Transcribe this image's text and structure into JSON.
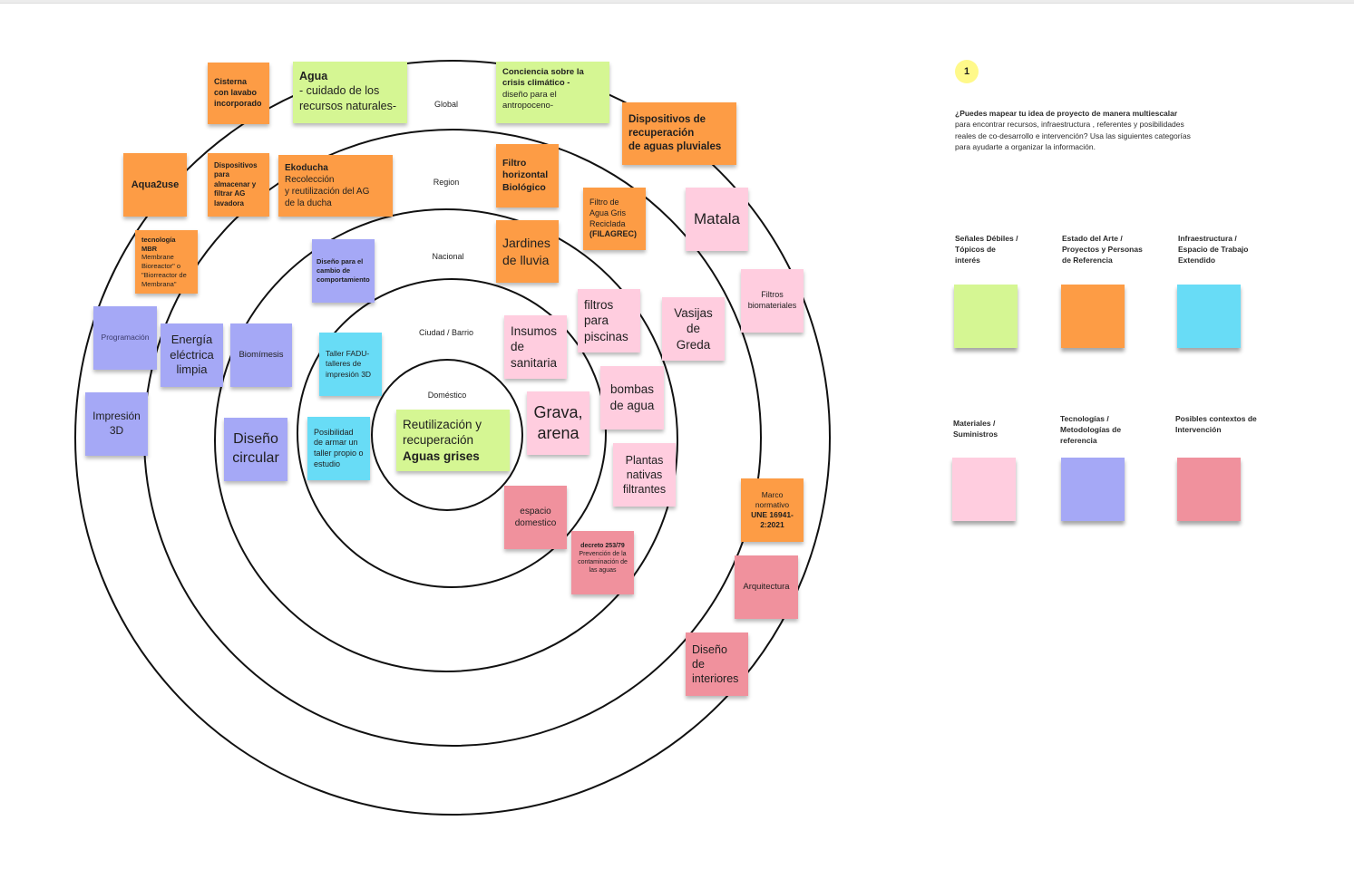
{
  "colors": {
    "green": "#d5f693",
    "orange": "#fd9c45",
    "pink": "#ffcddf",
    "purple": "#a5a8f6",
    "blue": "#68dcf6",
    "red": "#f0919d"
  },
  "rings": {
    "global": "Global",
    "region": "Region",
    "nacional": "Nacional",
    "ciudad": "Ciudad / Barrio",
    "domestico": "Doméstico"
  },
  "notes": {
    "cisterna": "Cisterna con lavabo incorporado",
    "agua_title": "Agua",
    "agua_body": "- cuidado de los recursos naturales-",
    "conciencia_title": "Conciencia sobre la crisis climático -",
    "conciencia_body": "diseño para el antropoceno-",
    "dispositivos_pluviales": "Dispositivos de recuperación\nde aguas pluviales",
    "aqua2use": "Aqua2use",
    "dispositivos_lavadora": "Dispositivos para almacenar y filtrar AG lavadora",
    "ekoducha_title": "Ekoducha",
    "ekoducha_body": "Recolección\ny reutilización del AG\nde la ducha",
    "filtro_horizontal": "Filtro horizontal Biológico",
    "filagrec_body": "Filtro de Agua Gris Reciclada",
    "filagrec_code": "(FILAGREC)",
    "matala": "Matala",
    "mbr_title": "tecnología MBR",
    "mbr_body": "Membrane Bioreactor\" o \"Biorreactor de Membrana\"",
    "jardines": "Jardines de lluvia",
    "diseno_comportamiento": "Diseño para el cambio de comportamiento",
    "filtros_biomateriales": "Filtros biomateriales",
    "programacion": "Programación",
    "energia": "Energía eléctrica limpia",
    "biomimesis": "Biomímesis",
    "taller_fadu": "Taller FADU-talleres de impresión 3D",
    "insumos": "Insumos de sanitaria",
    "filtros_piscinas": "filtros para piscinas",
    "vasijas": "Vasijas de Greda",
    "impresion3d": "Impresión 3D",
    "bombas": "bombas de agua",
    "diseno_circular": "Diseño circular",
    "posibilidad": "Posibilidad de armar un taller propio o estudio",
    "reutilizacion_line1": "Reutilización y recuperación",
    "reutilizacion_line2": "Aguas grises",
    "grava": "Grava, arena",
    "plantas": "Plantas nativas filtrantes",
    "marco_body": "Marco normativo",
    "marco_code": "UNE 16941-2:2021",
    "espacio": "espacio domestico",
    "decreto_title": "decreto 253/79",
    "decreto_body": "Prevención de la contaminación de las aguas",
    "arquitectura": "Arquitectura",
    "diseno_interiores": "Diseño de interiores"
  },
  "instructions": {
    "badge": "1",
    "bold": "¿Puedes mapear tu idea de proyecto de manera multiescalar",
    "rest": " para encontrar recursos, infraestructura , referentes y posibilidades reales de co-desarrollo e intervención? Usa las siguientes categorías para ayudarte a organizar la información."
  },
  "legend": [
    {
      "label": "Señales Débiles /\nTópicos de\ninterés",
      "color": "#d5f693"
    },
    {
      "label": "Estado del Arte /\nProyectos y Personas\nde Referencia",
      "color": "#fd9c45"
    },
    {
      "label": "Infraestructura /\nEspacio de Trabajo\nExtendido",
      "color": "#68dcf6"
    },
    {
      "label": "Materiales /\nSuministros",
      "color": "#ffcddf"
    },
    {
      "label": "Tecnologías /\nMetodologías de\nreferencia",
      "color": "#a5a8f6"
    },
    {
      "label": "Posibles contextos de\nIntervención",
      "color": "#f0919d"
    }
  ]
}
